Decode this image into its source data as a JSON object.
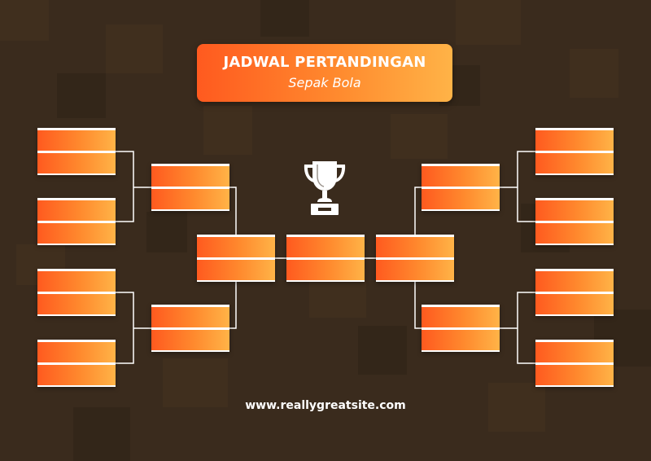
{
  "header": {
    "title": "JADWAL PERTANDINGAN",
    "subtitle": "Sepak Bola"
  },
  "bracket": {
    "left_round1_matches": 4,
    "left_round2_matches": 2,
    "semifinal_matches": 2,
    "final_matches": 1,
    "right_round2_matches": 2,
    "right_round1_matches": 4,
    "slots_per_match": 2
  },
  "icons": {
    "trophy": "trophy-icon"
  },
  "colors": {
    "background": "#3a2b1d",
    "accent_start": "#ff5a1f",
    "accent_end": "#ffb347",
    "line": "#ffffff"
  },
  "footer": {
    "website": "www.reallygreatsite.com"
  }
}
